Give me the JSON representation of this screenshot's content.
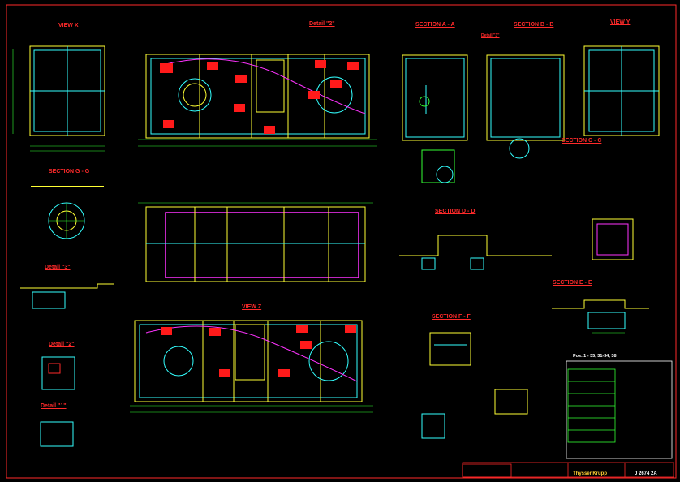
{
  "views": {
    "view_x": "VIEW X",
    "view_y": "VIEW Y",
    "view_z": "VIEW Z",
    "section_aa": "SECTION A - A",
    "section_bb": "SECTION B - B",
    "section_cc": "SECTION C - C",
    "section_dd": "SECTION D - D",
    "section_ee": "SECTION E - E",
    "section_ff": "SECTION F - F",
    "section_gg": "SECTION G - G",
    "detail_2": "Detail \"2\"",
    "detail_3": "Detail \"3\"",
    "detail_1": "Detail \"1\"",
    "detail_2b": "Detail \"2\"",
    "detail_3b": "Detail \"3\""
  },
  "notes": {
    "pos_note": "Pos. 1 - 35, 31-34, 38"
  },
  "title_block": {
    "company": "ThyssenKrupp",
    "drawing_no": "J 2674 2A"
  },
  "colors": {
    "background": "#000000",
    "frame": "#ff2a2a",
    "outline_yellow": "#ffff33",
    "structure_cyan": "#33ffff",
    "leader_green": "#33ff33",
    "member_magenta": "#ff33ff",
    "hatch_red": "#ff1a1a",
    "text_white": "#ffffff"
  }
}
